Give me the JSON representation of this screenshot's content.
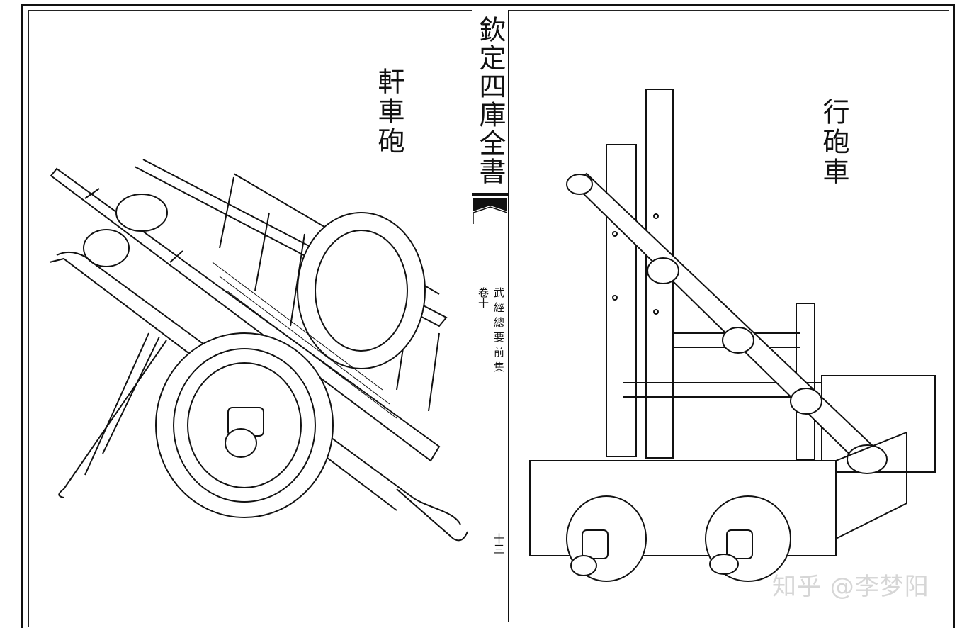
{
  "book": {
    "title": "欽定四庫全書",
    "chapter": "卷十",
    "name": "武經總要前集",
    "page_number": "十三"
  },
  "left_plate": {
    "caption": "軒車砲"
  },
  "right_plate": {
    "caption": "行砲車"
  },
  "watermark": {
    "text": "知乎 @李梦阳"
  }
}
